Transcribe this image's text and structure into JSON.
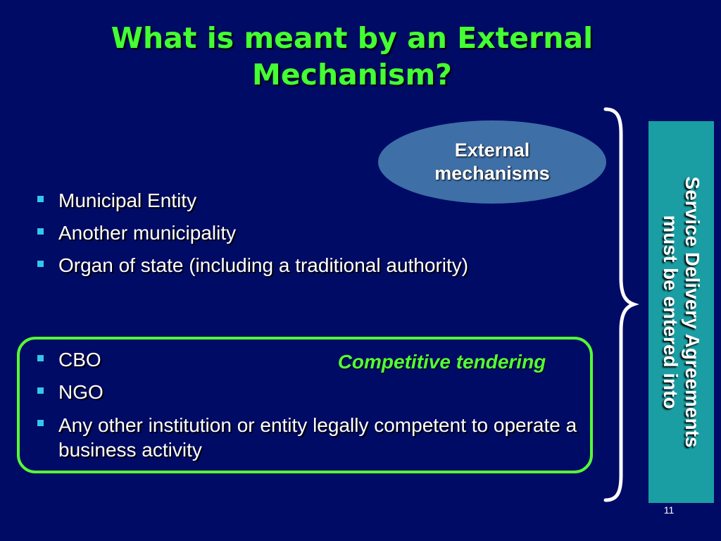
{
  "title": {
    "line1": "What is meant by an External",
    "line2": "Mechanism?"
  },
  "oval": {
    "line1": "External",
    "line2": "mechanisms"
  },
  "list_a": [
    "Municipal Entity",
    "Another municipality",
    "Organ of state (including a traditional authority)"
  ],
  "list_b": [
    "CBO",
    "NGO",
    "Any other institution or entity legally competent to operate a business activity"
  ],
  "competitive_label": "Competitive tendering",
  "side_panel": {
    "line1": "Service Delivery Agreements",
    "line2": "must be entered into"
  },
  "page_number": "11",
  "colors": {
    "background": "#000b66",
    "title": "#44ff33",
    "oval": "#3e6fa7",
    "bullet": "#33c7e8",
    "highlight_border": "#55ff33",
    "side_panel": "#1a9ea3"
  }
}
